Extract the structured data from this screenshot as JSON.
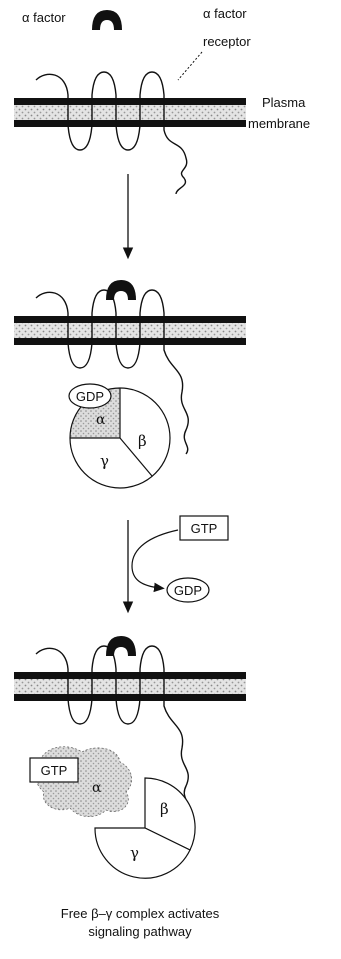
{
  "labels": {
    "alpha_factor": "α factor",
    "receptor_line1": "α factor",
    "receptor_line2": "receptor",
    "plasma_line1": "Plasma",
    "plasma_line2": "membrane",
    "gdp": "GDP",
    "gtp": "GTP",
    "alpha": "α",
    "beta": "β",
    "gamma": "γ",
    "caption_line1": "Free β–γ complex activates",
    "caption_line2": "signaling pathway"
  },
  "colors": {
    "ink": "#111111",
    "membrane_fill": "#c9c9c9",
    "alpha_fill": "#d6d6d6"
  }
}
